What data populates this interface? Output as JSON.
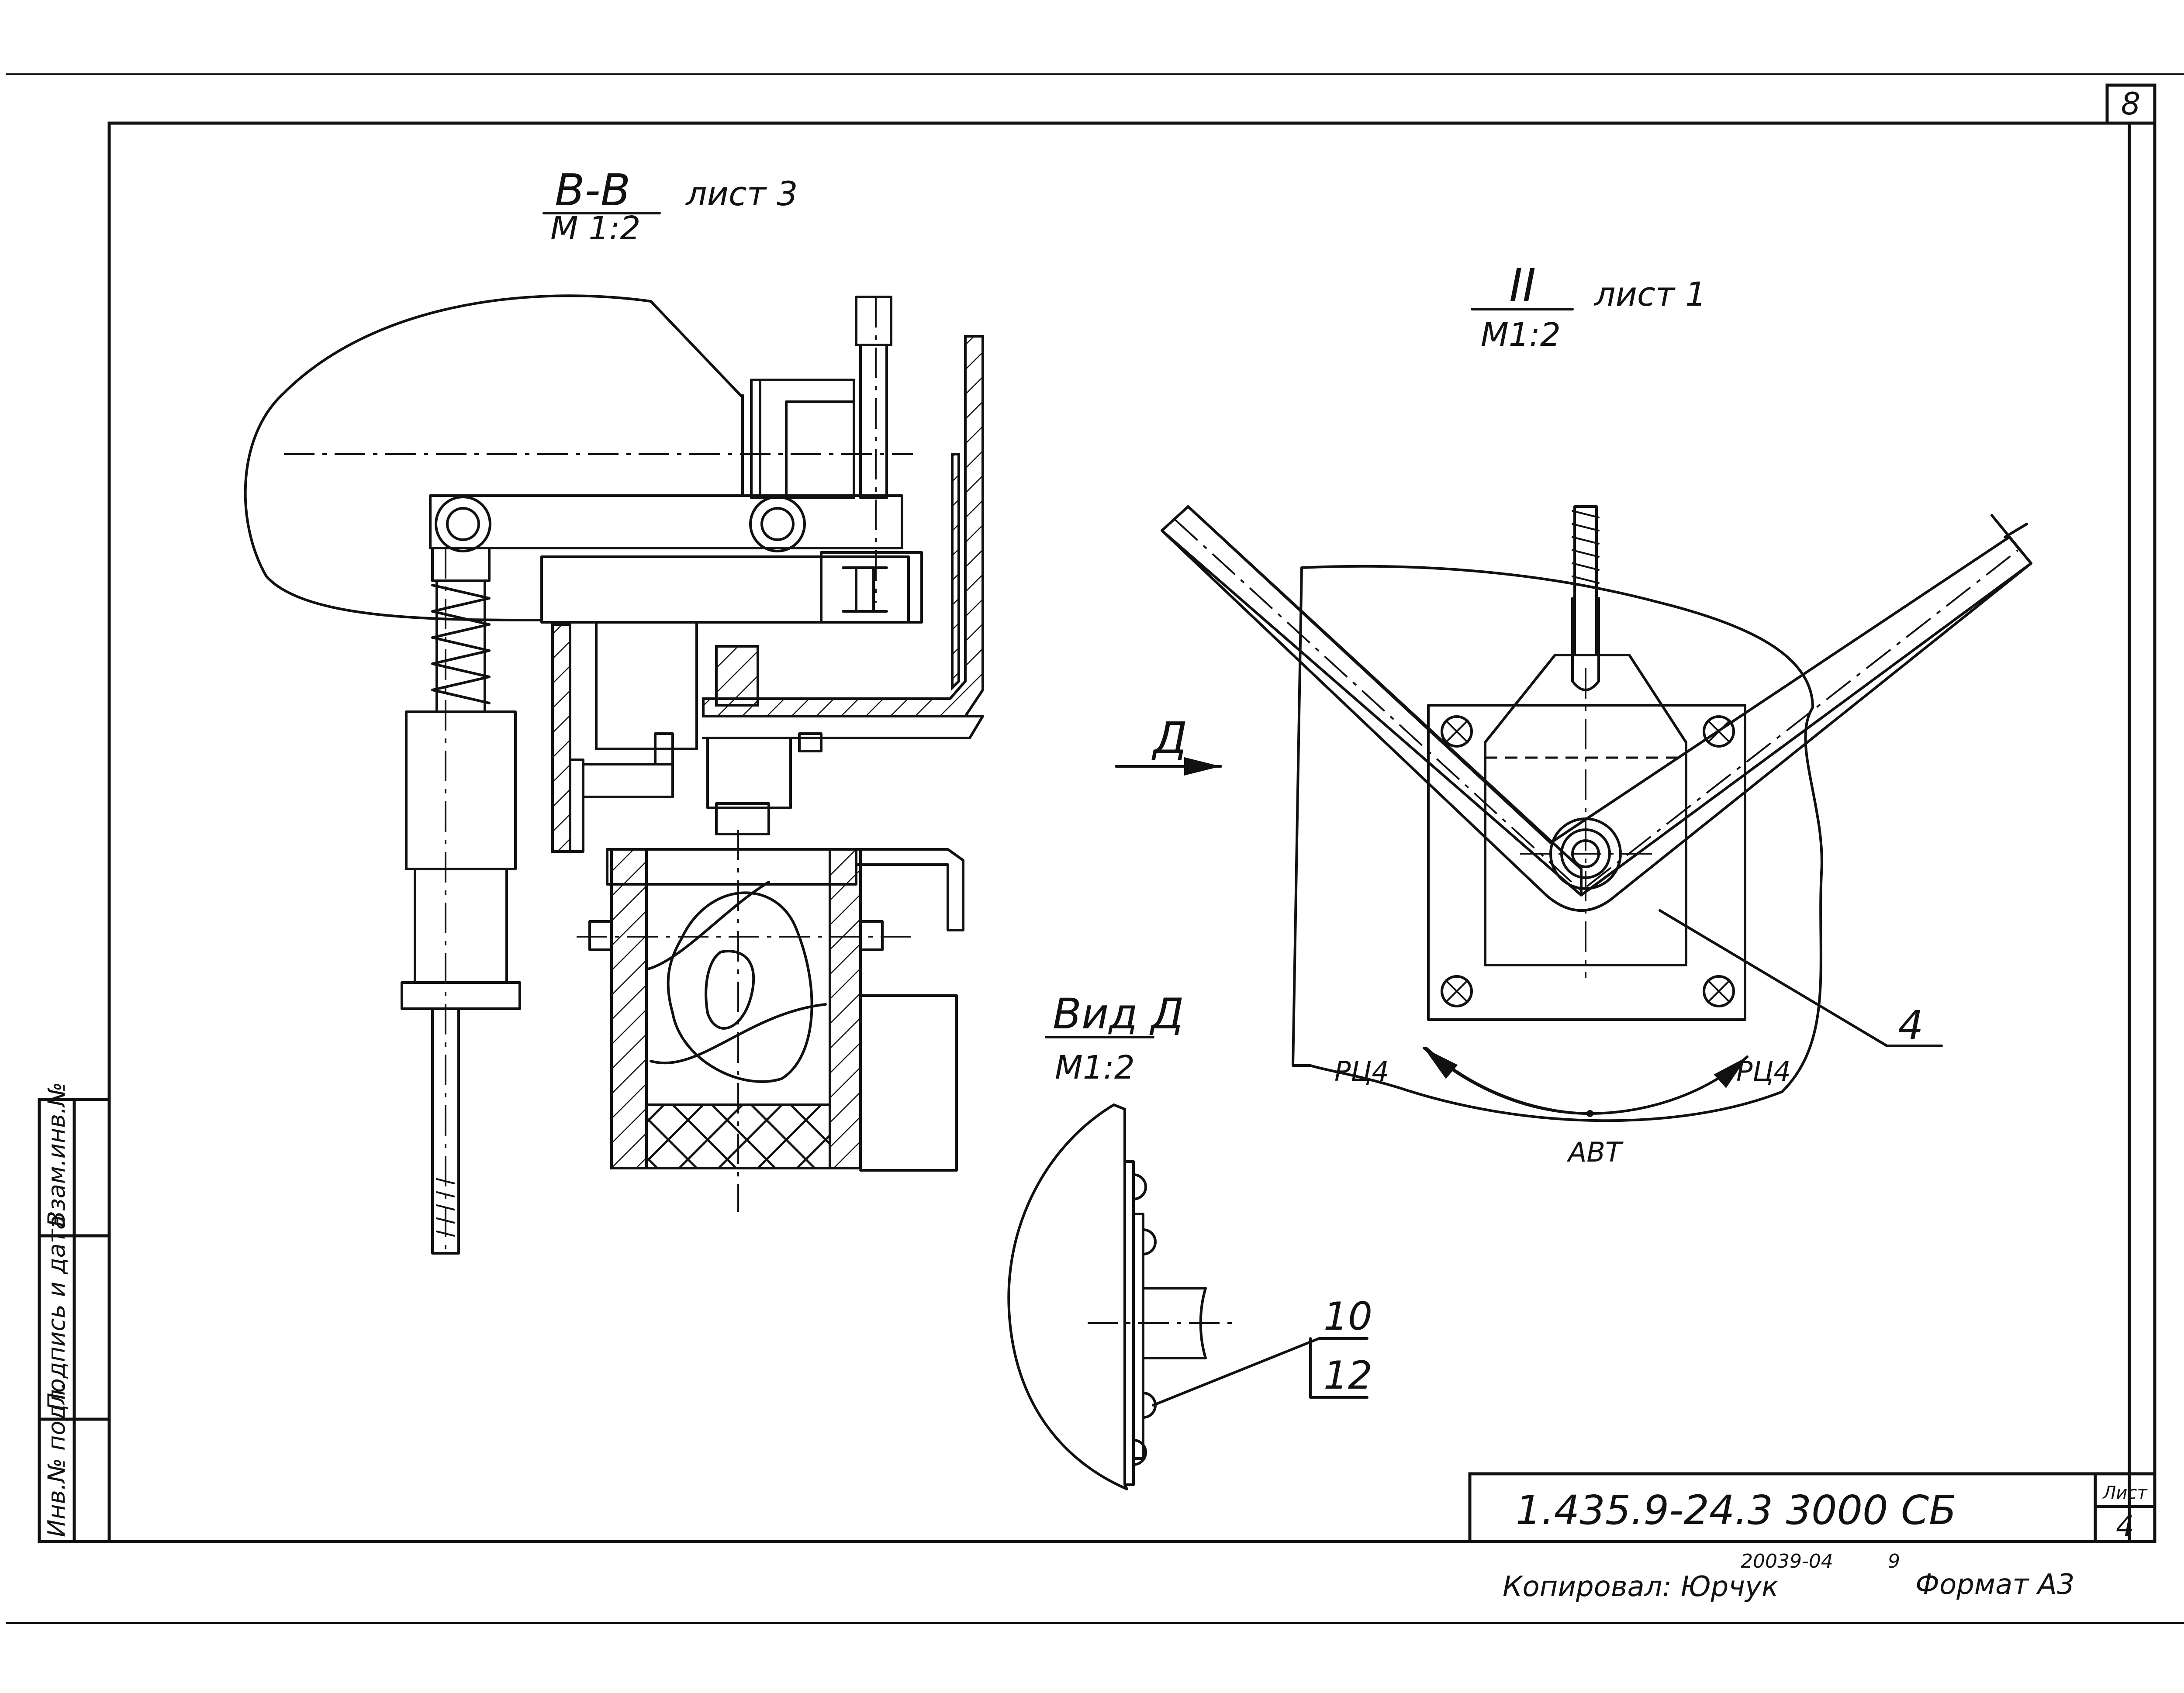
{
  "sheet": {
    "sheet_number": "8",
    "document_code": "1.435.9-24.3  3000 СБ",
    "sheet_header": "Лист",
    "sheet_value": "4"
  },
  "views": {
    "section_bb": {
      "title": "В-В",
      "sheet_ref": "лист 3",
      "scale": "М 1:2"
    },
    "view_ii": {
      "title": "II",
      "sheet_ref": "лист 1",
      "scale": "М1:2"
    },
    "view_d": {
      "title": "Вид Д",
      "scale": "М1:2"
    }
  },
  "annotations": {
    "direction_arrow_label": "Д",
    "part_4": "4",
    "part_10": "10",
    "part_12": "12",
    "mode_left": "РЦ4",
    "mode_right": "РЦ4",
    "mode_center": "АВТ"
  },
  "side_stamp": [
    "Инв.№ подл.",
    "Подпись и дата",
    "Взам.инв.№"
  ],
  "footer": {
    "copied_by": "Копировал: Юрчук",
    "order_number": "20039-04",
    "page": "9",
    "format": "Формат А3"
  }
}
